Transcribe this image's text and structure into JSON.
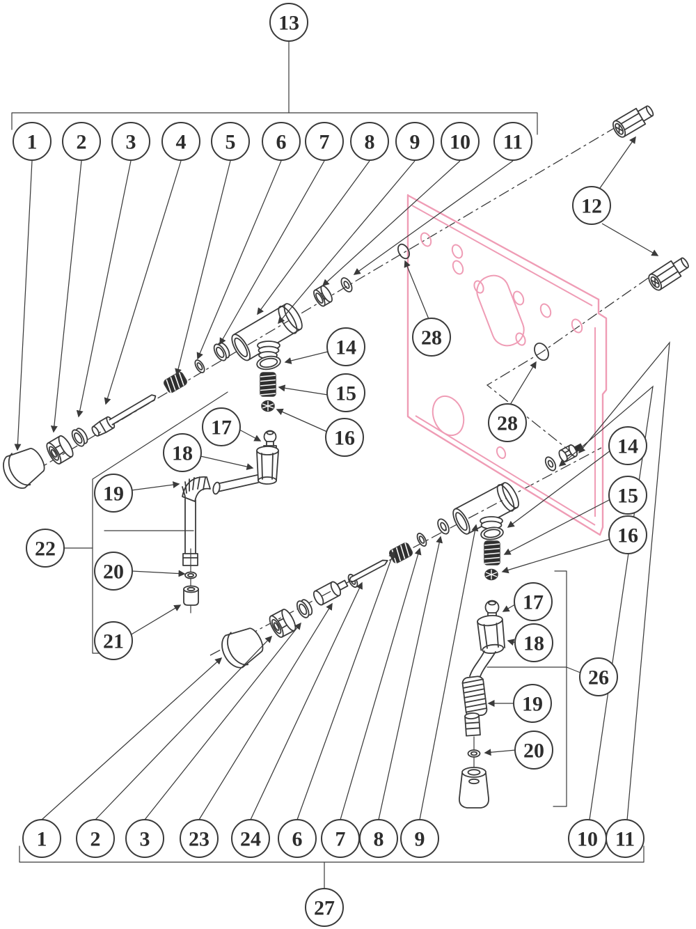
{
  "diagram": {
    "line_color": "#3a3a3a",
    "plate_color": "#ef9cb5"
  },
  "callouts": {
    "t13": "13",
    "t1": "1",
    "t2": "2",
    "t3": "3",
    "t4": "4",
    "t5": "5",
    "t6": "6",
    "t7": "7",
    "t8": "8",
    "t9": "9",
    "t10": "10",
    "t11": "11",
    "p12": "12",
    "m14": "14",
    "m15": "15",
    "m16": "16",
    "m17": "17",
    "m18": "18",
    "m19": "19",
    "m20": "20",
    "m21": "21",
    "m22": "22",
    "p28a": "28",
    "p28b": "28",
    "r14": "14",
    "r15": "15",
    "r16": "16",
    "r17": "17",
    "r18": "18",
    "r19": "19",
    "r20": "20",
    "r26": "26",
    "b1": "1",
    "b2": "2",
    "b3": "3",
    "b23": "23",
    "b24": "24",
    "b6": "6",
    "b7": "7",
    "b8": "8",
    "b9": "9",
    "b10": "10",
    "b11": "11",
    "b27": "27"
  }
}
